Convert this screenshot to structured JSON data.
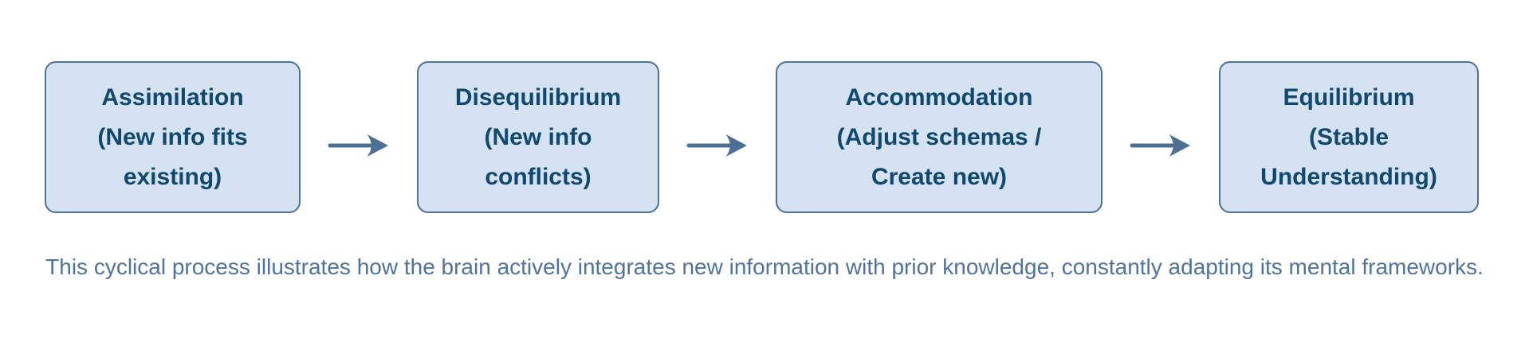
{
  "flow": {
    "boxes": [
      {
        "name": "assimilation",
        "lines": [
          "Assimilation",
          "(New info fits",
          "existing)"
        ]
      },
      {
        "name": "disequilibrium",
        "lines": [
          "Disequilibrium",
          "(New info",
          "conflicts)"
        ]
      },
      {
        "name": "accommodation",
        "lines": [
          "Accommodation",
          "(Adjust schemas /",
          "Create new)"
        ]
      },
      {
        "name": "equilibrium",
        "lines": [
          "Equilibrium",
          "(Stable",
          "Understanding)"
        ]
      }
    ],
    "connector_icon": "arrow-right"
  },
  "caption": {
    "text": "This cyclical process illustrates how the brain actively integrates new information with prior knowledge, constantly adapting its mental frameworks."
  },
  "colors": {
    "background": "#ffffff",
    "box_fill": "#d4e2f1",
    "box_border": "#4e7296",
    "box_text": "#11496e",
    "arrow": "#4b7094",
    "caption_text": "#4f739c"
  }
}
